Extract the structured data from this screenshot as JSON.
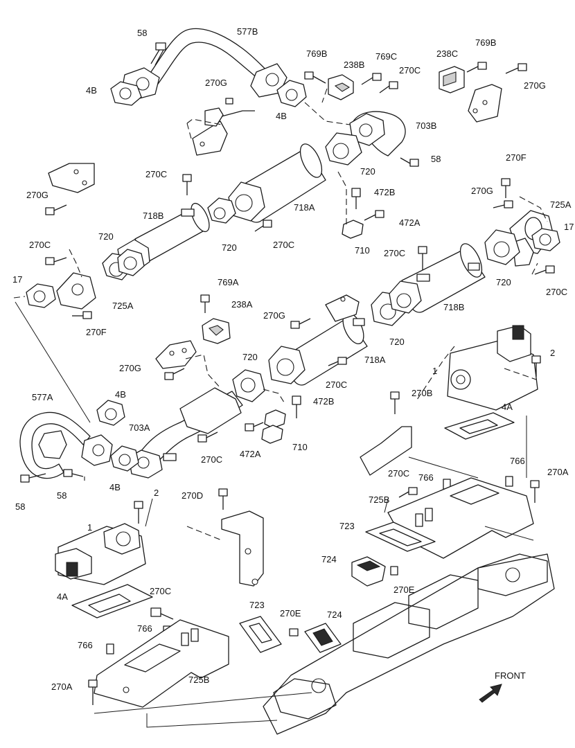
{
  "front_label": "FRONT",
  "labels": {
    "l58_a": "58",
    "l577b": "577B",
    "l4b_a": "4B",
    "l4b_b": "4B",
    "l270g_a": "270G",
    "l769b_a": "769B",
    "l238b": "238B",
    "l769c": "769C",
    "l270c_a": "270C",
    "l238c": "238C",
    "l769b_b": "769B",
    "l270g_b": "270G",
    "l703b": "703B",
    "l58_b": "58",
    "l720_a": "720",
    "l270c_b": "270C",
    "l270g_c": "270G",
    "l718b_a": "718B",
    "l718a_a": "718A",
    "l720_b": "720",
    "l270c_c": "270C",
    "l472b_a": "472B",
    "l472a_a": "472A",
    "l710_a": "710",
    "l270f_a": "270F",
    "l270g_d": "270G",
    "l725a_a": "725A",
    "l17_a": "17",
    "l720_c": "720",
    "l270c_d": "270C",
    "l270c_e": "270C",
    "l17_b": "17",
    "l725a_b": "725A",
    "l270f_b": "270F",
    "l720_d": "720",
    "l270c_f": "270C",
    "l718b_b": "718B",
    "l769a": "769A",
    "l238a": "238A",
    "l270g_e": "270G",
    "l720_e": "720",
    "l718a_b": "718A",
    "l270g_f": "270G",
    "l720_f": "720",
    "l270c_g": "270C",
    "l577a": "577A",
    "l4b_c": "4B",
    "l703a": "703A",
    "l472b_b": "472B",
    "l1_a": "1",
    "l2_a": "2",
    "l270b": "270B",
    "l4a_a": "4A",
    "l4b_d": "4B",
    "l270c_h": "270C",
    "l472a_b": "472A",
    "l710_b": "710",
    "l58_c": "58",
    "l58_d": "58",
    "l270d": "270D",
    "l2_b": "2",
    "l1_b": "1",
    "l270c_i": "270C",
    "l766_a": "766",
    "l766_b": "766",
    "l270a_a": "270A",
    "l725b_a": "725B",
    "l723_a": "723",
    "l724_a": "724",
    "l270e_a": "270E",
    "l4a_b": "4A",
    "l270c_j": "270C",
    "l723_b": "723",
    "l270e_b": "270E",
    "l724_b": "724",
    "l766_c": "766",
    "l766_d": "766",
    "l270a_b": "270A",
    "l725b_b": "725B"
  },
  "icons": [
    "front-arrow-icon"
  ]
}
